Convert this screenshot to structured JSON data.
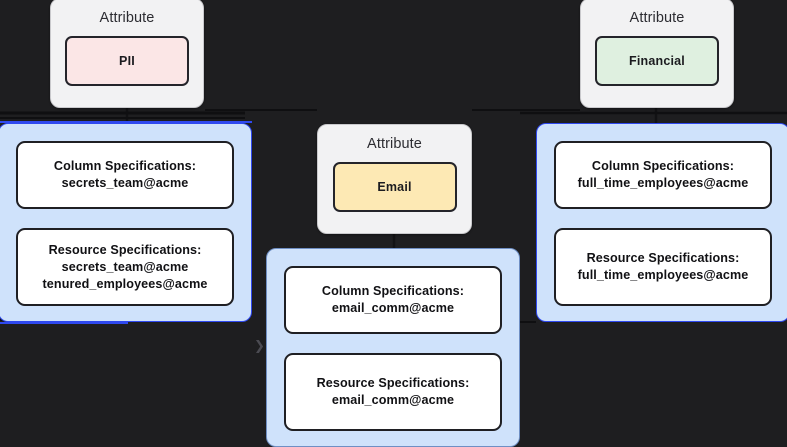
{
  "canvas": {
    "background_color": "#1e1e20",
    "group_fill_color": "#cfe2fb",
    "group_border_color": "#6f8fc4",
    "selection_color": "#2f49f0",
    "attribute_card_color": "#f2f2f3",
    "spec_box_color": "#ffffff",
    "spec_border_color": "#1f1f23"
  },
  "attributes": [
    {
      "title": "Attribute",
      "chip_label": "PII",
      "chip_color": "#fbe6e6",
      "icon": "attribute-node-icon"
    },
    {
      "title": "Attribute",
      "chip_label": "Financial",
      "chip_color": "#dff0e0",
      "icon": "attribute-node-icon"
    },
    {
      "title": "Attribute",
      "chip_label": "Email",
      "chip_color": "#fde9b4",
      "icon": "attribute-node-icon"
    }
  ],
  "groups": [
    {
      "name": "pii-group",
      "selected": true,
      "specs": [
        {
          "heading": "Column Specifications:",
          "lines": [
            "secrets_team@acme"
          ]
        },
        {
          "heading": "Resource Specifications:",
          "lines": [
            "secrets_team@acme",
            "tenured_employees@acme"
          ]
        }
      ]
    },
    {
      "name": "email-group",
      "selected": false,
      "specs": [
        {
          "heading": "Column Specifications:",
          "lines": [
            "email_comm@acme"
          ]
        },
        {
          "heading": "Resource Specifications:",
          "lines": [
            "email_comm@acme"
          ]
        }
      ]
    },
    {
      "name": "financial-group",
      "selected": true,
      "specs": [
        {
          "heading": "Column Specifications:",
          "lines": [
            "full_time_employees@acme"
          ]
        },
        {
          "heading": "Resource Specifications:",
          "lines": [
            "full_time_employees@acme"
          ]
        }
      ]
    }
  ],
  "controls": {
    "expand_chevron": "❯"
  }
}
